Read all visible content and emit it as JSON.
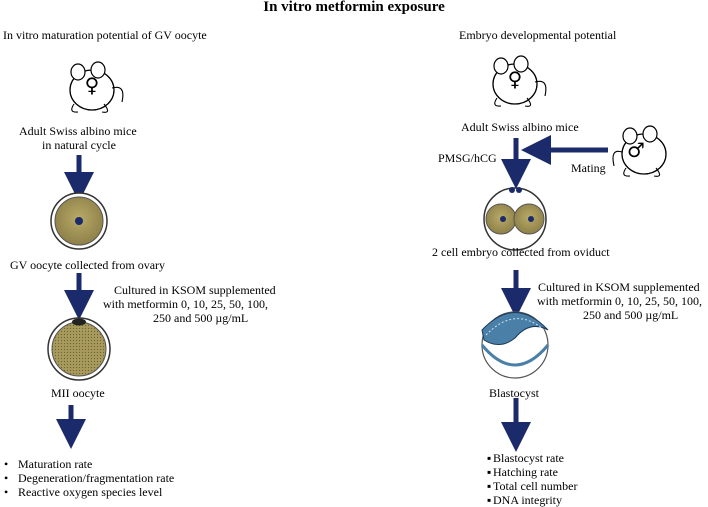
{
  "title": "In vitro metformin exposure",
  "left": {
    "heading": "In vitro maturation potential of GV oocyte",
    "female_symbol": "♀",
    "mouse_line1": "Adult Swiss albino mice",
    "mouse_line2": "in natural cycle",
    "gv_label": "GV oocyte collected from ovary",
    "culture_line1": "Cultured in KSOM supplemented",
    "culture_line2": "with metformin 0, 10, 25, 50, 100,",
    "culture_line3": "250 and 500 µg/mL",
    "mii_label": "MII oocyte",
    "results": [
      "Maturation  rate",
      "Degeneration/fragmentation rate",
      "Reactive oxygen species level"
    ]
  },
  "right": {
    "heading": "Embryo developmental potential",
    "female_symbol": "♀",
    "male_symbol": "♂",
    "mouse_label": "Adult Swiss albino mice",
    "hormone_label": "PMSG/hCG",
    "mating_label": "Mating",
    "embryo_label": "2 cell embryo collected from oviduct",
    "culture_line1": "Cultured in KSOM supplemented",
    "culture_line2": "with metformin 0, 10, 25, 50, 100,",
    "culture_line3": "250 and 500 µg/mL",
    "blast_label": "Blastocyst",
    "results": [
      "Blastocyst rate",
      "Hatching rate",
      "Total cell number",
      "DNA integrity"
    ]
  },
  "colors": {
    "arrow": "#1b2a6b",
    "cell_fill": "#9c8f55",
    "nucleus": "#1b2a6b"
  }
}
